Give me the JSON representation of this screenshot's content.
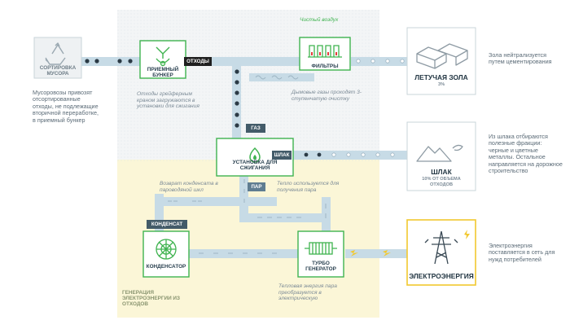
{
  "sorting": {
    "label": "СОРТИРОВКА МУСОРА",
    "caption": "Мусоровозы привозят отсортированные отходы, не подлежащие вторичной переработке, в приемный бункер"
  },
  "bunker": {
    "label": "ПРИЕМНЫЙ БУНКЕР",
    "note": "Отходы грейферным краном загружаются в установки для сжигания"
  },
  "tags": {
    "waste": "ОТХОДЫ",
    "gas": "ГАЗ",
    "slag": "ШЛАК",
    "steam": "ПАР",
    "condensate": "КОНДЕНСАТ"
  },
  "filters": {
    "label": "ФИЛЬТРЫ",
    "clean_air": "Чистый воздух",
    "note": "Дымовые газы проходят 3-ступенчатую очистку"
  },
  "fly_ash": {
    "title": "ЛЕТУЧАЯ ЗОЛА",
    "share": "3%",
    "caption": "Зола нейтрализуется путем цементирования"
  },
  "incinerator": {
    "label": "УСТАНОВКА ДЛЯ СЖИГАНИЯ"
  },
  "slag": {
    "title": "ШЛАК",
    "share": "10% ОТ ОБЪЕМА ОТХОДОВ",
    "caption": "Из шлака отбираются полезные фракции: черные и цветные металлы. Остальное направляется на дорожное строительство"
  },
  "notes": {
    "condensate_return": "Возврат конденсата в пароводяной шкл",
    "heat_use": "Тепло используется для получения пара",
    "thermal": "Тепловая энергия пара преобразуется в электрическую"
  },
  "condenser": {
    "label": "КОНДЕНСАТОР"
  },
  "turbine": {
    "label": "ТУРБО ГЕНЕРАТОР"
  },
  "zone": {
    "label": "ГЕНЕРАЦИЯ ЭЛЕКТРОЭНЕРГИИ ИЗ ОТХОДОВ"
  },
  "electricity": {
    "title": "ЭЛЕКТРОЭНЕРГИЯ",
    "caption": "Электроэнергия поставляется в сеть для нужд потребителей"
  },
  "colors": {
    "accent_green": "#3fb34f",
    "pipe_blue": "#c7dbe6",
    "tag_dark": "#435b69",
    "tag_steam": "#5f7d91",
    "zone_yellow": "#fbf6d7",
    "energy_yellow": "#f2c82f"
  }
}
